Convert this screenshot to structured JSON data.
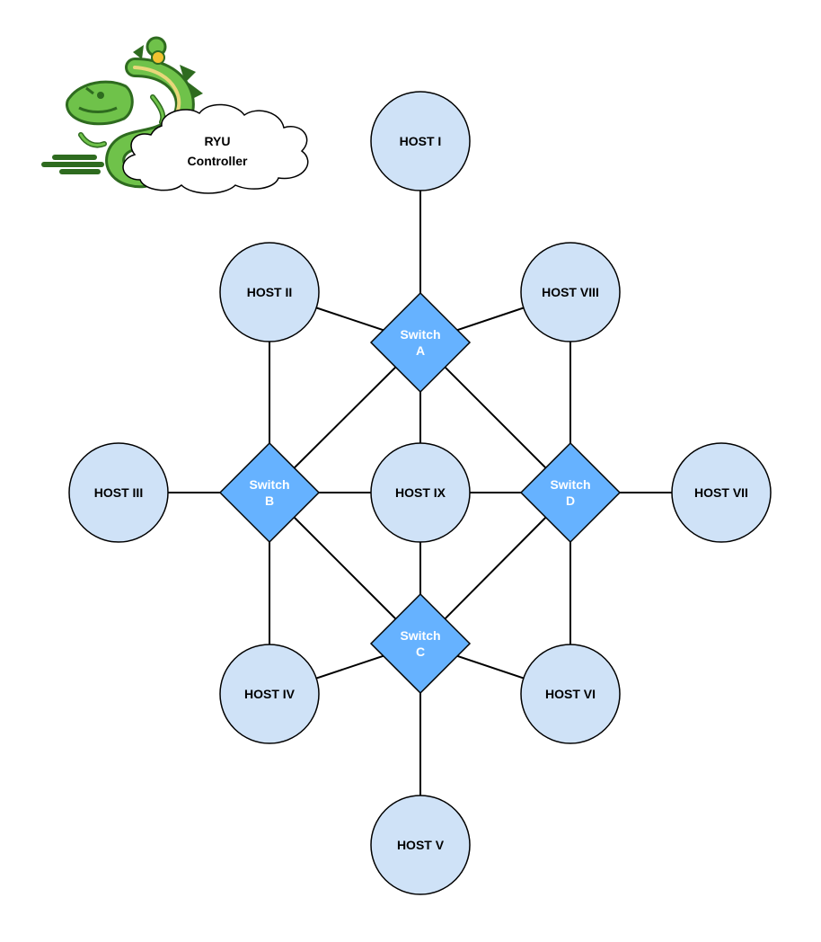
{
  "controller": {
    "label_line1": "RYU",
    "label_line2": "Controller",
    "logo_icon": "ryu-dragon-icon"
  },
  "colors": {
    "host_fill": "#cfe2f7",
    "switch_fill": "#66b2ff",
    "stroke": "#000000",
    "link": "#000000",
    "dragon_green": "#6fc24a",
    "dragon_dark": "#2e6b1f",
    "dragon_yellow": "#f2c230"
  },
  "hosts": [
    {
      "id": "h1",
      "label": "HOST I"
    },
    {
      "id": "h2",
      "label": "HOST II"
    },
    {
      "id": "h3",
      "label": "HOST III"
    },
    {
      "id": "h4",
      "label": "HOST IV"
    },
    {
      "id": "h5",
      "label": "HOST V"
    },
    {
      "id": "h6",
      "label": "HOST VI"
    },
    {
      "id": "h7",
      "label": "HOST VII"
    },
    {
      "id": "h8",
      "label": "HOST VIII"
    },
    {
      "id": "h9",
      "label": "HOST IX"
    }
  ],
  "switches": [
    {
      "id": "sA",
      "label_line1": "Switch",
      "label_line2": "A"
    },
    {
      "id": "sB",
      "label_line1": "Switch",
      "label_line2": "B"
    },
    {
      "id": "sC",
      "label_line1": "Switch",
      "label_line2": "C"
    },
    {
      "id": "sD",
      "label_line1": "Switch",
      "label_line2": "D"
    }
  ],
  "links": [
    [
      "h1",
      "sA"
    ],
    [
      "h2",
      "sA"
    ],
    [
      "h8",
      "sA"
    ],
    [
      "sA",
      "h9"
    ],
    [
      "sA",
      "sB"
    ],
    [
      "sA",
      "sD"
    ],
    [
      "h2",
      "sB"
    ],
    [
      "h3",
      "sB"
    ],
    [
      "sB",
      "h9"
    ],
    [
      "sB",
      "h4"
    ],
    [
      "sB",
      "sC"
    ],
    [
      "h8",
      "sD"
    ],
    [
      "h7",
      "sD"
    ],
    [
      "sD",
      "h9"
    ],
    [
      "sD",
      "h6"
    ],
    [
      "sD",
      "sC"
    ],
    [
      "h9",
      "sC"
    ],
    [
      "h4",
      "sC"
    ],
    [
      "h6",
      "sC"
    ],
    [
      "h5",
      "sC"
    ]
  ]
}
